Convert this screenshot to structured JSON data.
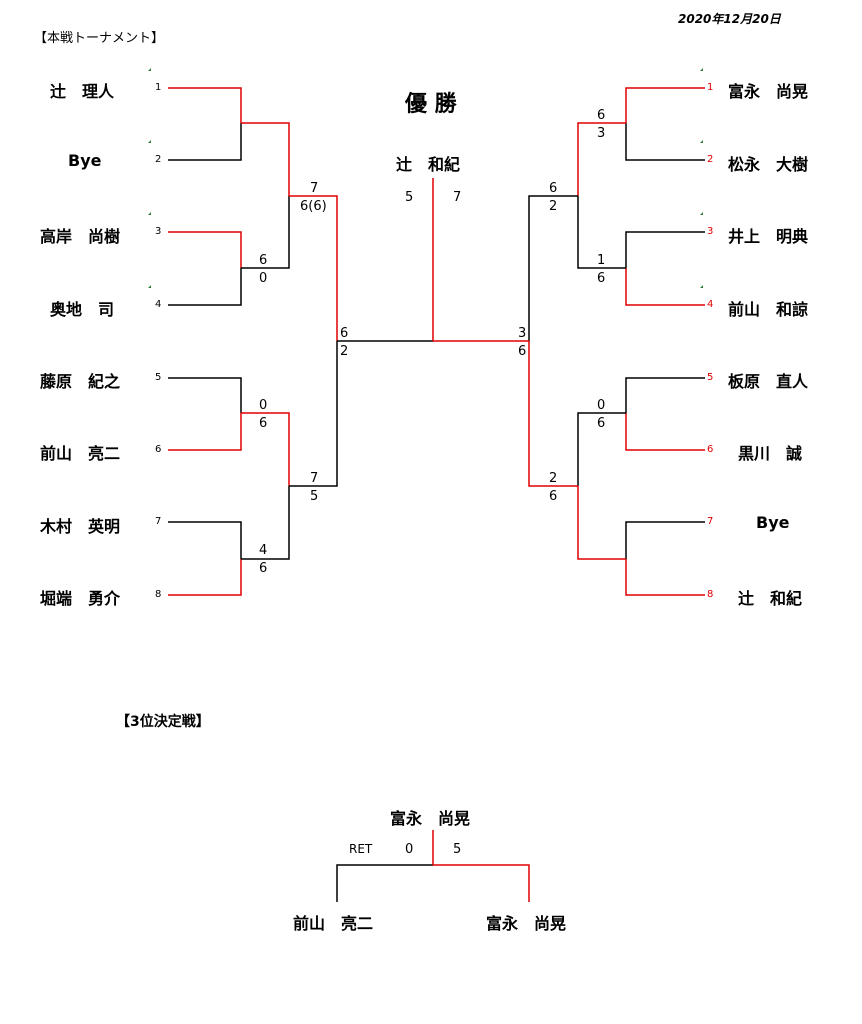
{
  "header": {
    "title": "【本戦トーナメント】",
    "date": "2020年12月20日"
  },
  "left": {
    "players": [
      {
        "name": "辻　理人",
        "seed": "1"
      },
      {
        "name": "Bye",
        "seed": "2"
      },
      {
        "name": "高岸　尚樹",
        "seed": "3"
      },
      {
        "name": "奥地　司",
        "seed": "4"
      },
      {
        "name": "藤原　紀之",
        "seed": "5"
      },
      {
        "name": "前山　亮二",
        "seed": "6"
      },
      {
        "name": "木村　英明",
        "seed": "7"
      },
      {
        "name": "堀端　勇介",
        "seed": "8"
      }
    ],
    "scores": {
      "r1_m2": [
        "6",
        "0"
      ],
      "r1_m3": [
        "0",
        "6"
      ],
      "r1_m4": [
        "4",
        "6"
      ],
      "r2_m1": [
        "7",
        "6(6)"
      ],
      "r2_m2": [
        "7",
        "5"
      ],
      "semi": [
        "6",
        "2"
      ]
    }
  },
  "right": {
    "players": [
      {
        "name": "富永　尚晃",
        "seed": "1"
      },
      {
        "name": "松永　大樹",
        "seed": "2"
      },
      {
        "name": "井上　明典",
        "seed": "3"
      },
      {
        "name": "前山　和諒",
        "seed": "4"
      },
      {
        "name": "板原　直人",
        "seed": "5"
      },
      {
        "name": "黒川　誠",
        "seed": "6"
      },
      {
        "name": "Bye",
        "seed": "7"
      },
      {
        "name": "辻　和紀",
        "seed": "8"
      }
    ],
    "scores": {
      "r1_m1": [
        "6",
        "3"
      ],
      "r1_m2": [
        "1",
        "6"
      ],
      "r1_m3": [
        "0",
        "6"
      ],
      "r2_m1": [
        "6",
        "2"
      ],
      "r2_m2": [
        "2",
        "6"
      ],
      "semi": [
        "3",
        "6"
      ]
    }
  },
  "final": {
    "title": "優 勝",
    "champion": "辻　和紀",
    "score_left": "5",
    "score_right": "7"
  },
  "third_place": {
    "title": "【3位決定戦】",
    "winner": "富永　尚晃",
    "left_player": "前山　亮二",
    "right_player": "富永　尚晃",
    "ret": "RET",
    "score_left": "0",
    "score_right": "5"
  },
  "colors": {
    "win": "#e00000",
    "line": "#000000",
    "seed_marker": "#2e7d32"
  }
}
